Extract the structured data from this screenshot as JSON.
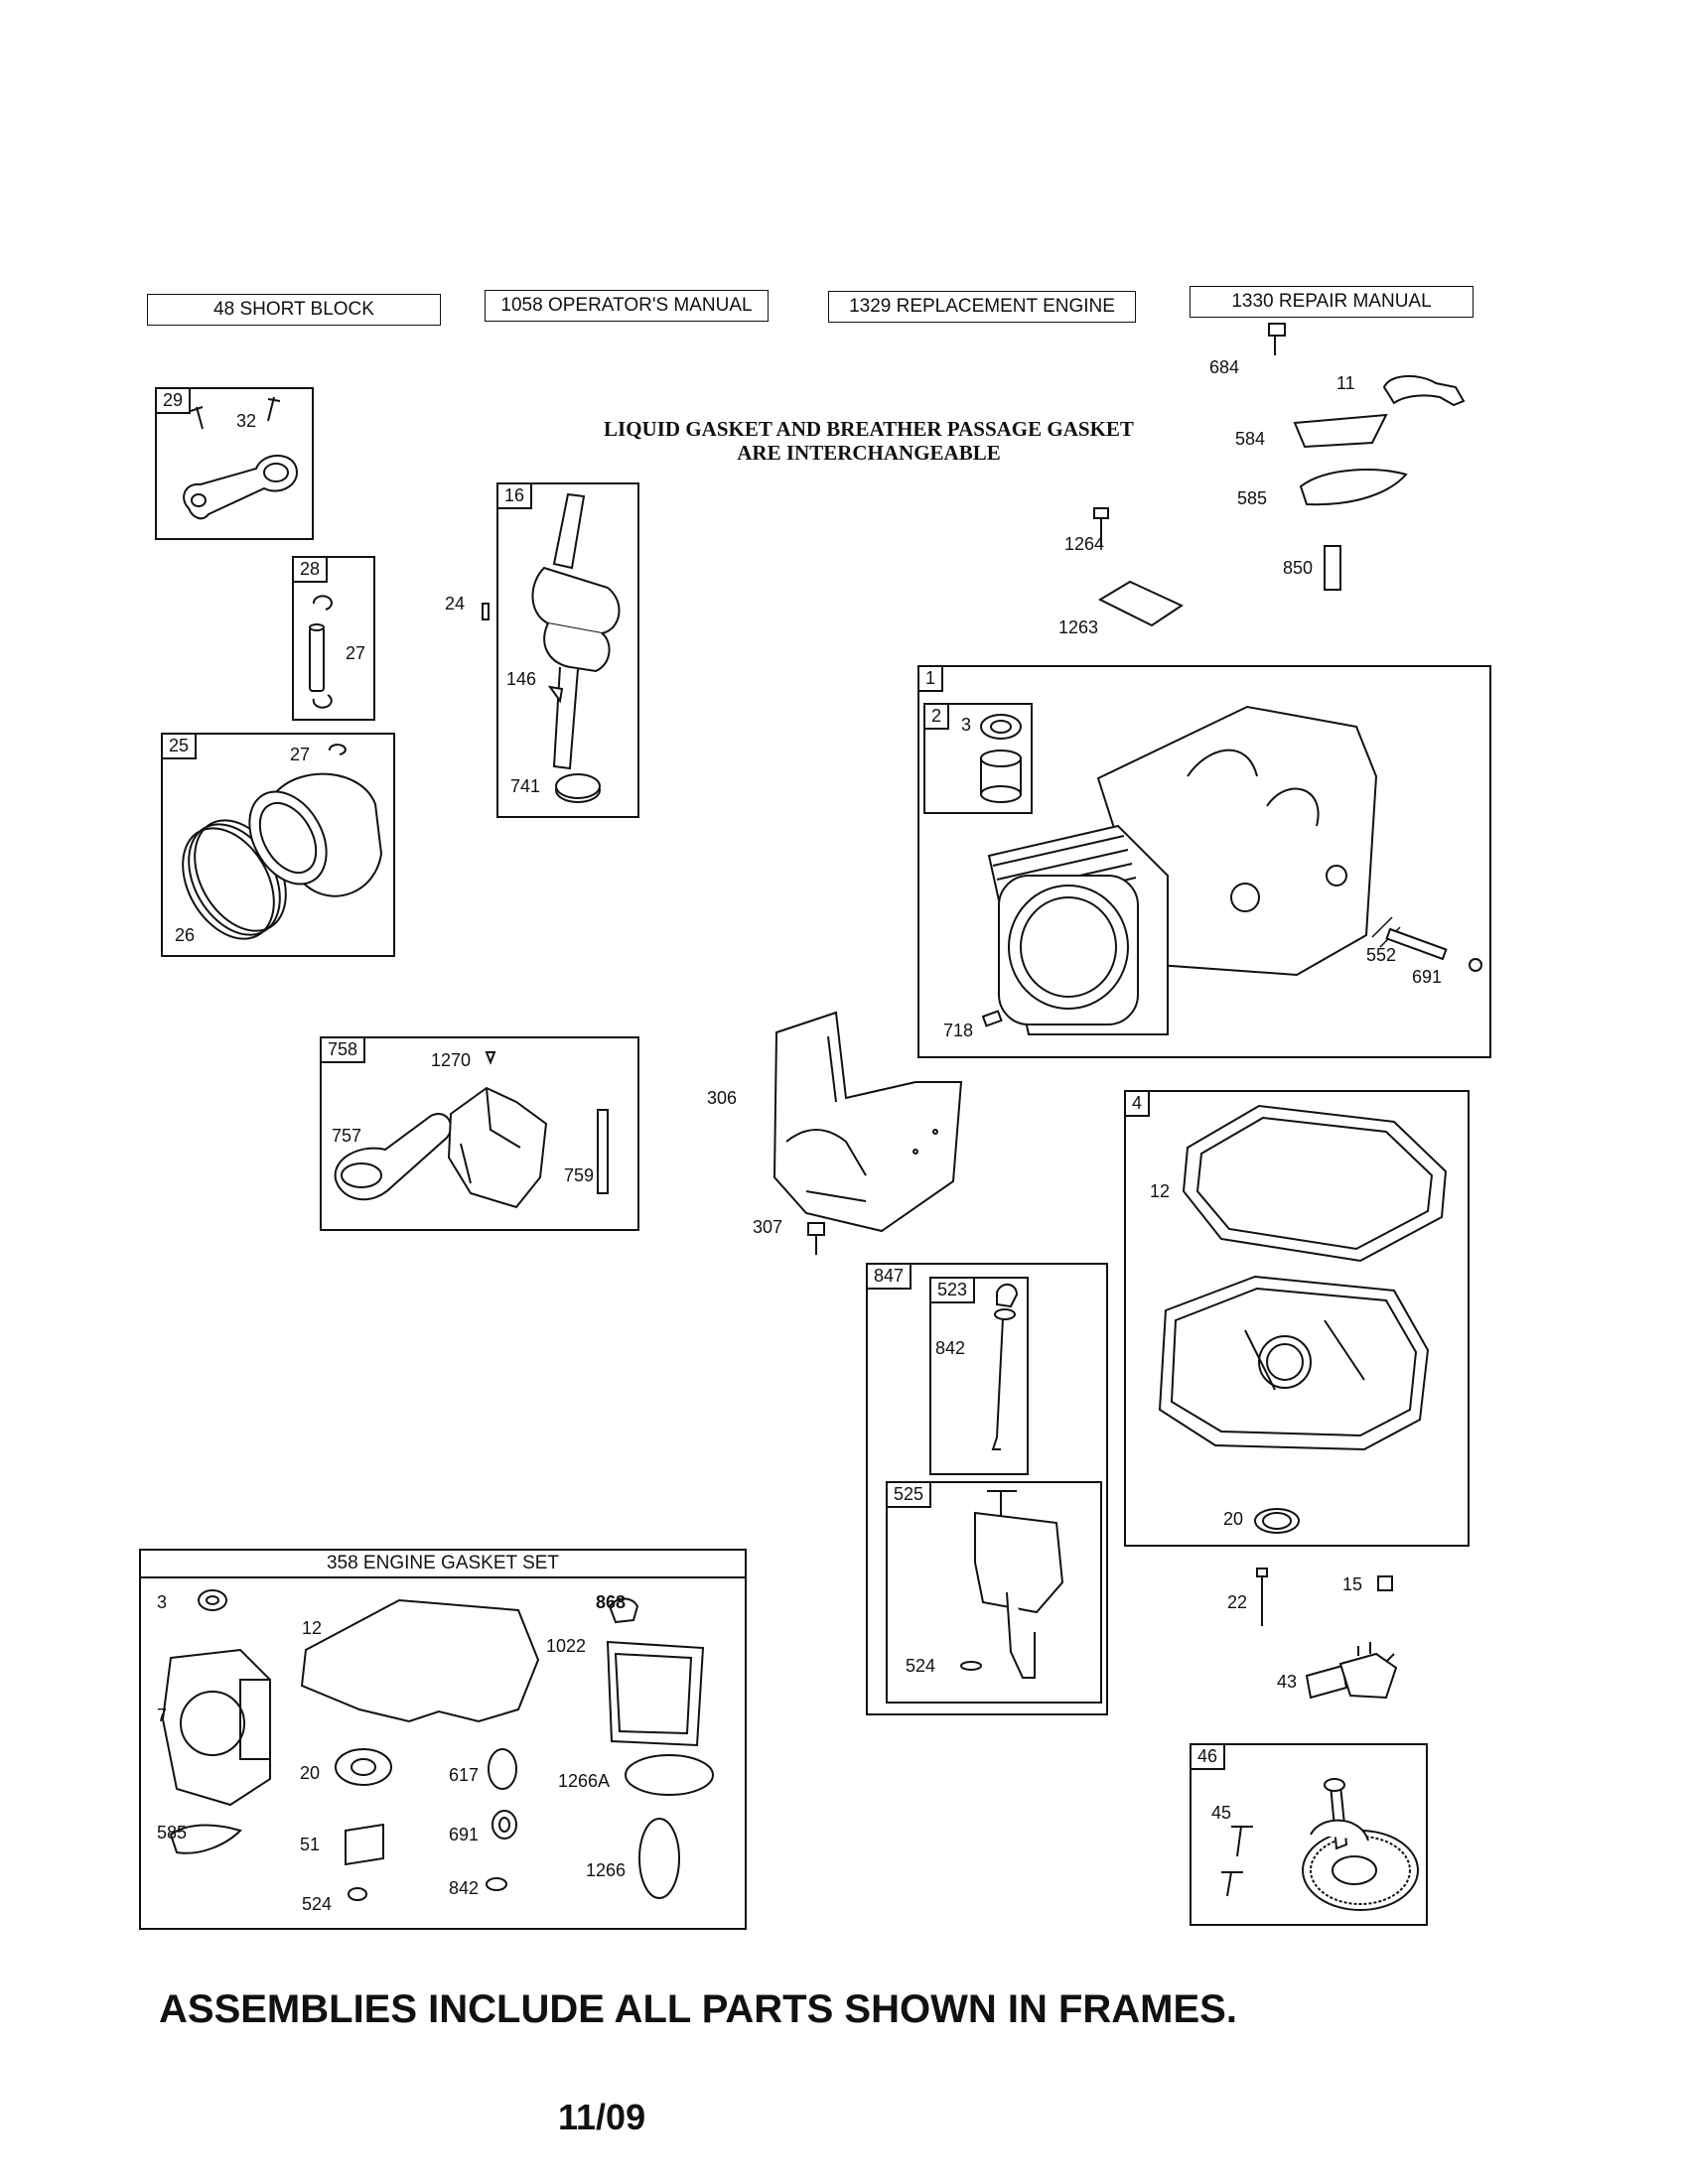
{
  "header_boxes": [
    {
      "label": "48 SHORT BLOCK"
    },
    {
      "label": "1058 OPERATOR'S MANUAL"
    },
    {
      "label": "1329 REPLACEMENT ENGINE"
    },
    {
      "label": "1330 REPAIR MANUAL"
    }
  ],
  "notice": {
    "line1": "LIQUID GASKET AND BREATHER PASSAGE GASKET",
    "line2": "ARE INTERCHANGEABLE"
  },
  "frames": {
    "connecting_rod": {
      "tag": "29",
      "parts": [
        "32"
      ]
    },
    "piston_pin": {
      "tag": "28",
      "parts": [
        "27"
      ]
    },
    "piston": {
      "tag": "25",
      "parts": [
        "27",
        "26"
      ]
    },
    "crankshaft": {
      "tag": "16",
      "parts": [
        "24",
        "146",
        "741"
      ]
    },
    "cylinder": {
      "tag": "1",
      "parts": [
        "552",
        "691",
        "718"
      ]
    },
    "bearing": {
      "tag": "2",
      "parts": [
        "3"
      ]
    },
    "governor": {
      "tag": "758",
      "parts": [
        "1270",
        "757",
        "759"
      ]
    },
    "sump": {
      "tag": "4",
      "parts": [
        "12",
        "20"
      ]
    },
    "dipstick_group": {
      "tag": "847"
    },
    "dipstick": {
      "tag": "523",
      "parts": [
        "842"
      ]
    },
    "tube": {
      "tag": "525",
      "parts": [
        "524"
      ]
    },
    "camshaft": {
      "tag": "46",
      "parts": [
        "45"
      ]
    }
  },
  "loose_parts": {
    "breather": [
      "684",
      "11",
      "584",
      "585",
      "850",
      "1264",
      "1263"
    ],
    "shroud": [
      "306",
      "307"
    ],
    "sump_hardware": [
      "22",
      "15",
      "43"
    ]
  },
  "gasket_set": {
    "title": "358 ENGINE GASKET SET",
    "parts": [
      "3",
      "12",
      "868",
      "1022",
      "7",
      "20",
      "617",
      "1266A",
      "585",
      "51",
      "691",
      "1266",
      "524",
      "842"
    ]
  },
  "footer": {
    "assemblies_note": "ASSEMBLIES INCLUDE ALL PARTS SHOWN IN FRAMES.",
    "date_code": "11/09"
  }
}
